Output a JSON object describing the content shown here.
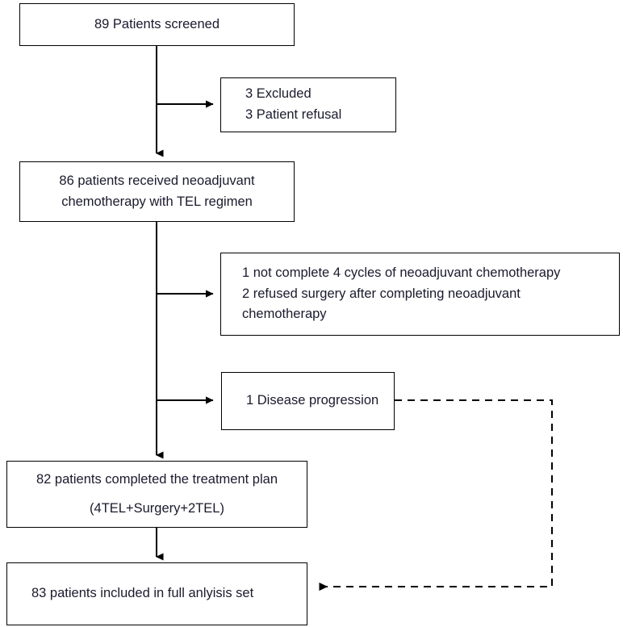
{
  "diagram": {
    "title": "CONSORT patient flow diagram",
    "line_color": "#000000",
    "text_color": "#1a1a2e",
    "background": "#ffffff"
  },
  "nodes": {
    "screened": {
      "lines": [
        "89 Patients screened"
      ]
    },
    "excluded": {
      "lines": [
        "3 Excluded",
        "3 Patient refusal"
      ]
    },
    "received_chemo": {
      "lines": [
        "86 patients received neoadjuvant",
        "chemotherapy with TEL regimen"
      ]
    },
    "discontinued": {
      "lines": [
        "1 not complete 4 cycles of neoadjuvant chemotherapy",
        "2 refused surgery after completing neoadjuvant",
        "chemotherapy"
      ]
    },
    "progression": {
      "lines": [
        "1 Disease progression"
      ]
    },
    "completed_plan": {
      "lines": [
        "82 patients completed the treatment plan",
        "(4TEL+Surgery+2TEL)"
      ]
    },
    "full_analysis": {
      "lines": [
        "83 patients included in full anlyisis set"
      ]
    }
  },
  "connectors": {
    "screened_to_received": "solid-down-arrow",
    "screened_to_excluded": "solid-right-arrow",
    "received_to_completed": "solid-down-arrow",
    "received_to_discontinued": "solid-right-arrow",
    "received_to_progression": "solid-right-arrow",
    "completed_to_full_analysis": "solid-down-arrow",
    "progression_to_full_analysis": "dashed-left-arrow"
  }
}
